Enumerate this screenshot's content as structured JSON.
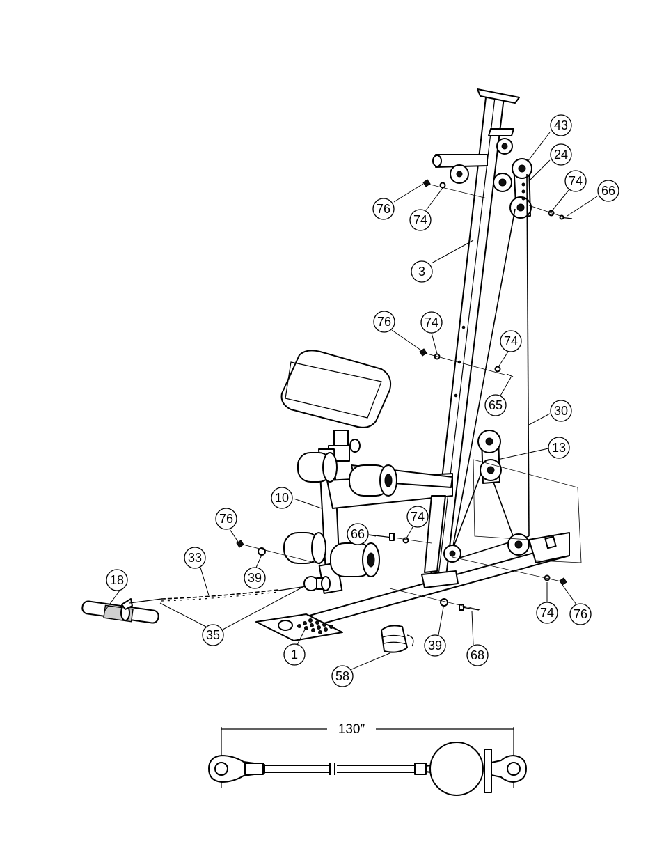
{
  "callouts": [
    {
      "id": "c43",
      "label": "43"
    },
    {
      "id": "c24",
      "label": "24"
    },
    {
      "id": "c74a",
      "label": "74"
    },
    {
      "id": "c66a",
      "label": "66"
    },
    {
      "id": "c76a",
      "label": "76"
    },
    {
      "id": "c74b",
      "label": "74"
    },
    {
      "id": "c3",
      "label": "3"
    },
    {
      "id": "c76b",
      "label": "76"
    },
    {
      "id": "c74c",
      "label": "74"
    },
    {
      "id": "c74d",
      "label": "74"
    },
    {
      "id": "c65",
      "label": "65"
    },
    {
      "id": "c30",
      "label": "30"
    },
    {
      "id": "c13",
      "label": "13"
    },
    {
      "id": "c10",
      "label": "10"
    },
    {
      "id": "c76c",
      "label": "76"
    },
    {
      "id": "c74e",
      "label": "74"
    },
    {
      "id": "c66b",
      "label": "66"
    },
    {
      "id": "c33",
      "label": "33"
    },
    {
      "id": "c39a",
      "label": "39"
    },
    {
      "id": "c18",
      "label": "18"
    },
    {
      "id": "c35",
      "label": "35"
    },
    {
      "id": "c1",
      "label": "1"
    },
    {
      "id": "c58",
      "label": "58"
    },
    {
      "id": "c39b",
      "label": "39"
    },
    {
      "id": "c68",
      "label": "68"
    },
    {
      "id": "c74f",
      "label": "74"
    },
    {
      "id": "c76d",
      "label": "76"
    }
  ],
  "cable_dimension": {
    "label": "130″"
  }
}
